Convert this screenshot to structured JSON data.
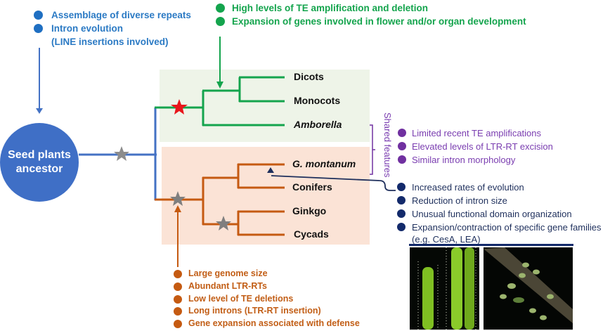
{
  "figure": {
    "ancestor_label": "Seed plants ancestor",
    "ancestor_line1": "Seed plants",
    "ancestor_line2": "ancestor",
    "colors": {
      "ancestor_blue": "#3f6fc6",
      "angiosperm_green": "#14a44d",
      "gymnosperm_orange": "#c55a11",
      "shared_purple": "#7030a0",
      "gnetum_navy": "#132a6b",
      "angiosperm_bg": "#eef4e8",
      "gymnosperm_bg": "#fbe3d6",
      "angiosperm_star": "#e8161b",
      "gray_star": "#8c8c8c"
    },
    "ancestor_features": [
      "Assemblage of diverse repeats",
      "Intron evolution",
      "(LINE insertions involved)"
    ],
    "angiosperm_features": [
      "High levels of TE amplification and deletion",
      "Expansion of genes involved in flower and/or organ development"
    ],
    "taxa": {
      "dicots": "Dicots",
      "monocots": "Monocots",
      "amborella": "Amborella",
      "g_montanum": "G. montanum",
      "conifers": "Conifers",
      "ginkgo": "Ginkgo",
      "cycads": "Cycads"
    },
    "shared_label": "Shared features",
    "shared_features": [
      "Limited recent TE amplifications",
      "Elevated levels of LTR-RT excision",
      "Similar intron morphology"
    ],
    "gnetum_features": [
      "Increased rates of evolution",
      "Reduction of intron size",
      "Unusual functional domain organization",
      "Expansion/contraction of specific gene families",
      "(e.g. CesA, LEA)"
    ],
    "gymnosperm_features": [
      "Large genome size",
      "Abundant LTR-RTs",
      "Low level of TE deletions",
      "Long introns (LTR-RT insertion)",
      "Gene expansion associated with defense"
    ],
    "photos": [
      {
        "subject": "Gnetum montanum strobili"
      },
      {
        "subject": "Gnetum montanum branch with fruits"
      }
    ]
  }
}
